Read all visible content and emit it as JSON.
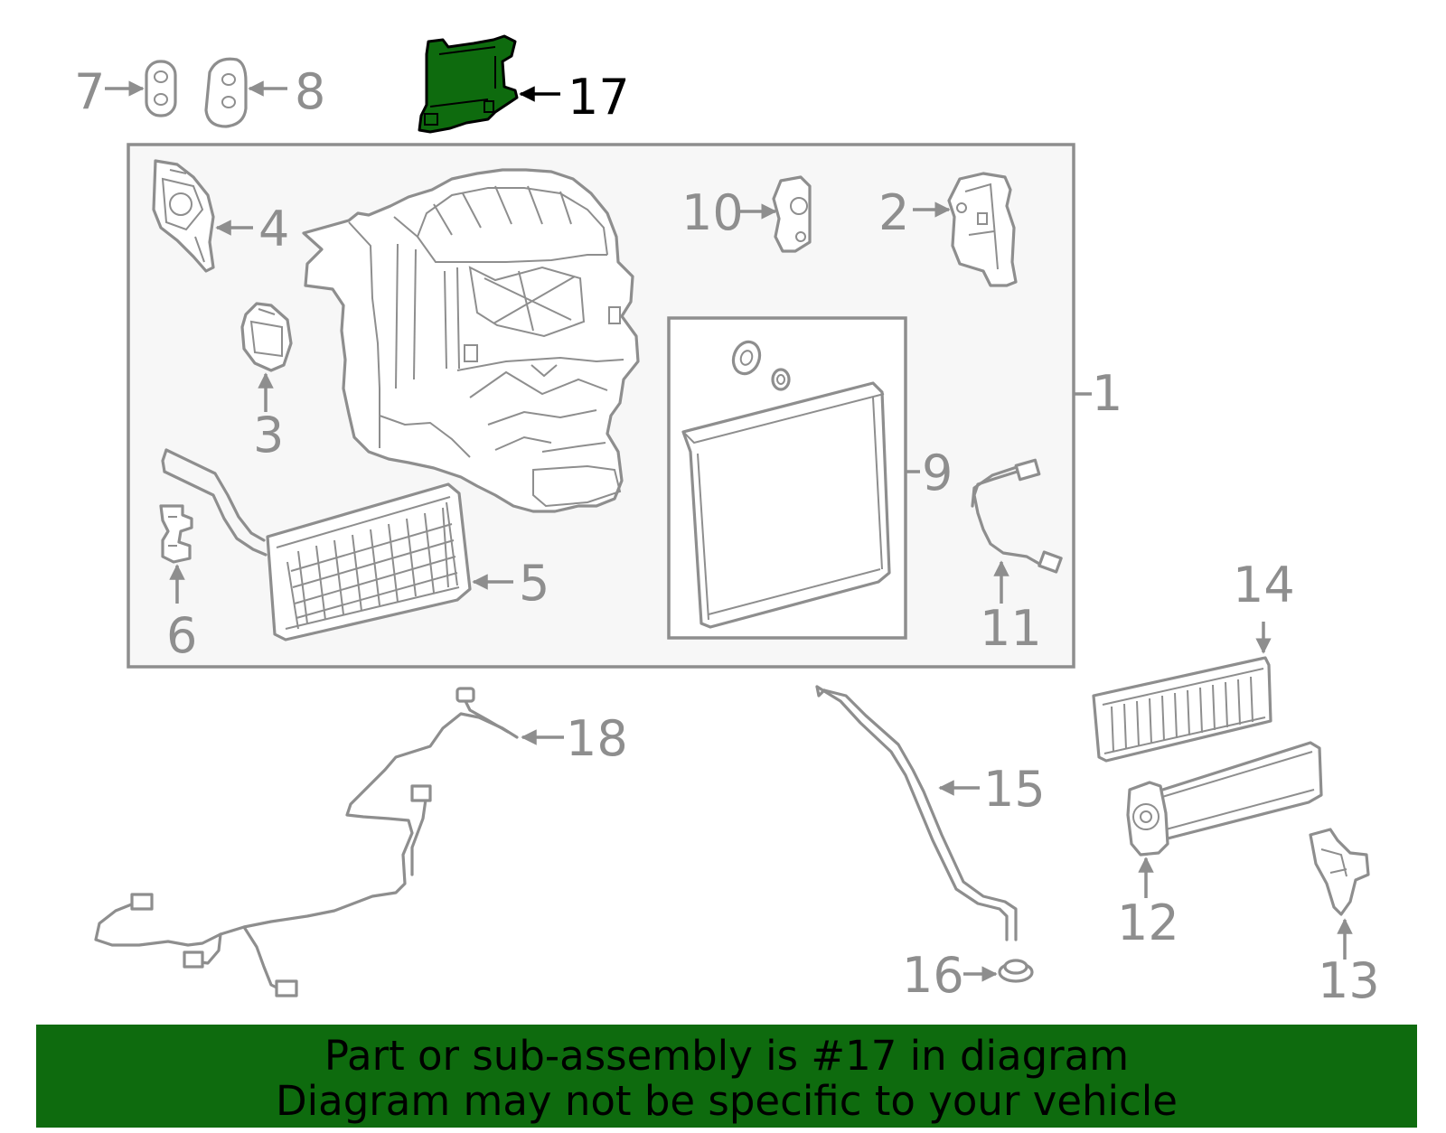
{
  "diagram": {
    "callouts": {
      "c1": "1",
      "c2": "2",
      "c3": "3",
      "c4": "4",
      "c5": "5",
      "c6": "6",
      "c7": "7",
      "c8": "8",
      "c9": "9",
      "c10": "10",
      "c11": "11",
      "c12": "12",
      "c13": "13",
      "c14": "14",
      "c15": "15",
      "c16": "16",
      "c17": "17",
      "c18": "18"
    },
    "highlighted_part": "17",
    "highlight_color": "#0e6b0e",
    "line_color": "#8e8e8e",
    "box_fill": "#f7f7f7"
  },
  "banner": {
    "line1": "Part or sub-assembly is #17 in diagram",
    "line2": "Diagram may not be specific to your vehicle",
    "background": "#0e6b0e"
  }
}
